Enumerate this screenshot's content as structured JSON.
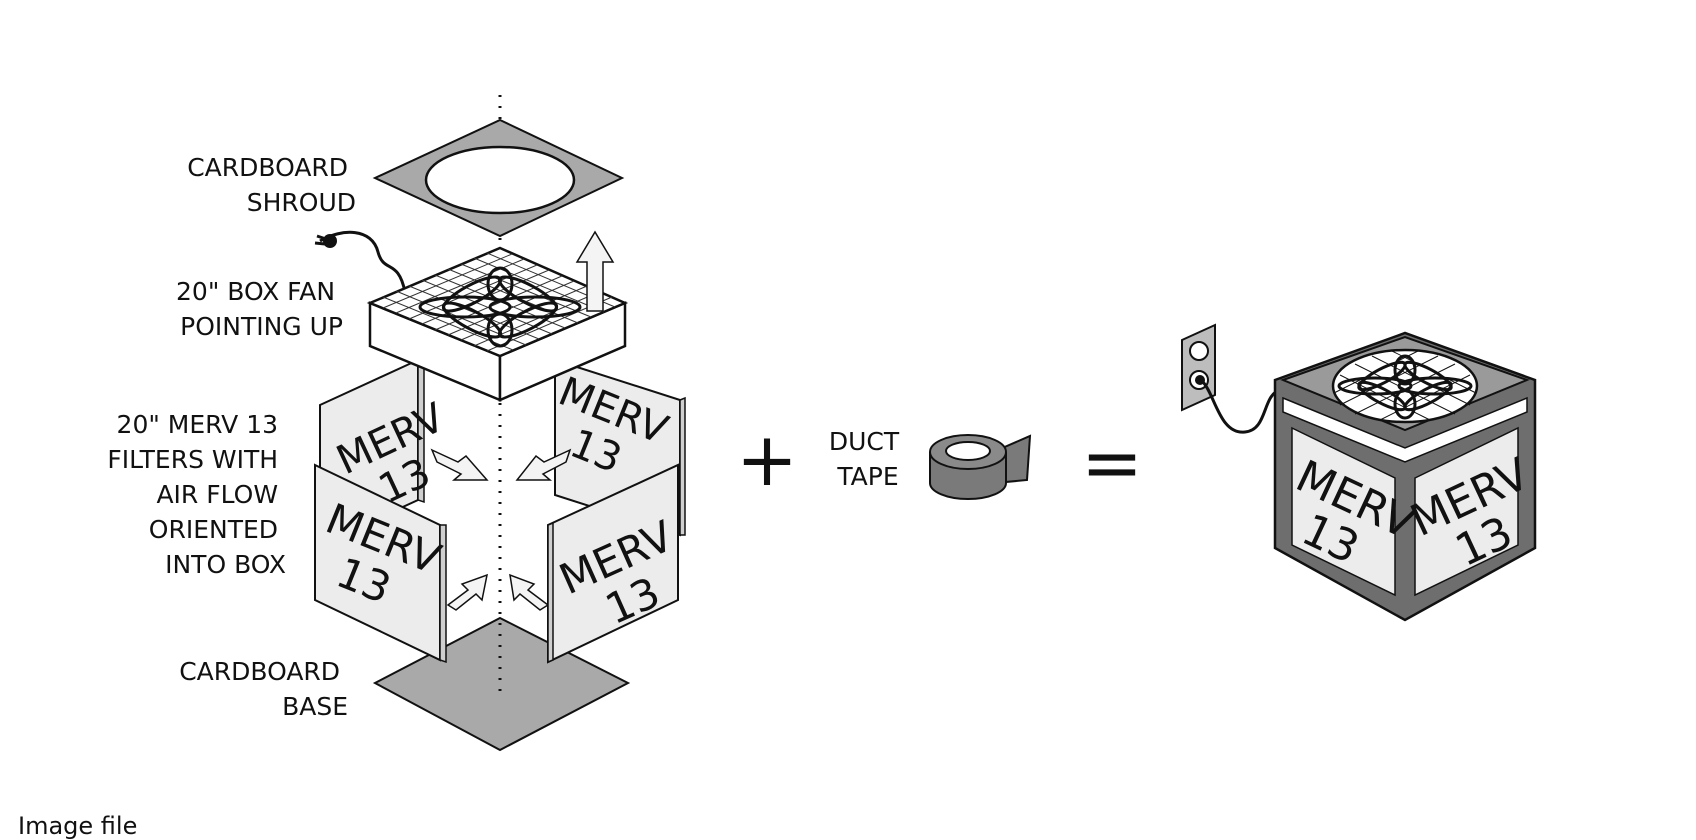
{
  "labels": {
    "shroud": [
      "CARDBOARD",
      "SHROUD"
    ],
    "fan": [
      "20\" BOX FAN",
      "POINTING UP"
    ],
    "filters": [
      "20\" MERV 13",
      "FILTERS WITH",
      "AIR FLOW",
      "ORIENTED",
      "INTO BOX"
    ],
    "base": [
      "CARDBOARD",
      "BASE"
    ],
    "tape": [
      "DUCT",
      "TAPE"
    ]
  },
  "filter_text": [
    "MERV",
    "13"
  ],
  "operators": {
    "plus": "+",
    "equals": "="
  },
  "caption": "Image file",
  "colors": {
    "cardboard": "#a9a9a9",
    "filter_face": "#ececec",
    "tape": "#7a7a7a",
    "tape_dark": "#5a5a5a",
    "outline": "#111111",
    "arrow_fill": "#f4f4f4"
  }
}
